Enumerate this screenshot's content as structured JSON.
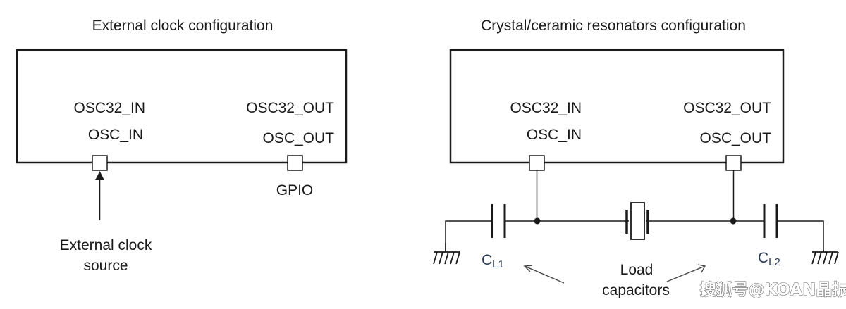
{
  "left": {
    "title": "External clock configuration",
    "pin_in_1": "OSC32_IN",
    "pin_in_2": "OSC_IN",
    "pin_out_1": "OSC32_OUT",
    "pin_out_2": "OSC_OUT",
    "gpio_label": "GPIO",
    "source_label_1": "External clock",
    "source_label_2": "source"
  },
  "right": {
    "title": "Crystal/ceramic resonators configuration",
    "pin_in_1": "OSC32_IN",
    "pin_in_2": "OSC_IN",
    "pin_out_1": "OSC32_OUT",
    "pin_out_2": "OSC_OUT",
    "cl1_main": "C",
    "cl1_sub": "L1",
    "cl2_main": "C",
    "cl2_sub": "L2",
    "load_label_1": "Load",
    "load_label_2": "capacitors"
  },
  "watermark": "搜狐号@KOAN晶振",
  "colors": {
    "line": "#1a1a1a",
    "cap_label": "#2b3a55"
  }
}
